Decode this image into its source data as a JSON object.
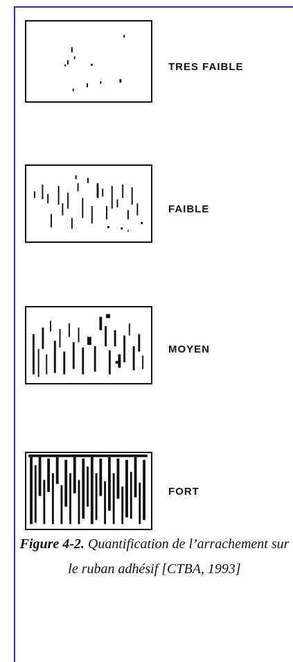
{
  "samples": [
    {
      "label": "TRES FAIBLE",
      "level": "tres-faible"
    },
    {
      "label": "FAIBLE",
      "level": "faible"
    },
    {
      "label": "MOYEN",
      "level": "moyen"
    },
    {
      "label": "FORT",
      "level": "fort"
    }
  ],
  "caption": {
    "figure_number": "Figure 4-2.",
    "text": " Quantification de l’arrachement sur le ruban adhésif [CTBA, 1993]"
  },
  "colors": {
    "frame": "#2b2bd6",
    "ink": "#111111"
  }
}
